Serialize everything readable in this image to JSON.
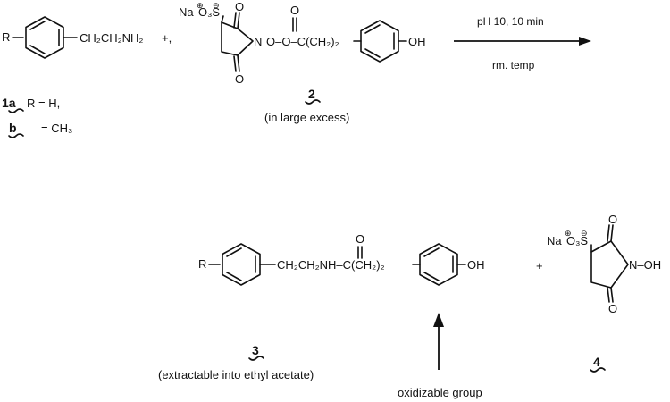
{
  "reaction": {
    "reactant_1": {
      "substituent_label": "R",
      "chain_label": "CH₂CH₂NH₂",
      "variant_a_id": "1a",
      "variant_a_def": "R = H,",
      "variant_b_id": "b",
      "variant_b_def": "= CH₃"
    },
    "plus_1": "+,",
    "reactant_2": {
      "counterion": "Na",
      "charge_plus": "⊕",
      "charge_minus": "⊖",
      "sulfonate": "O₃S",
      "atom_N": "N",
      "atom_O_top": "O",
      "atom_O_bottom": "O",
      "linker": "O–O–C(CH₂)₂",
      "carbonyl_O": "O",
      "phenol": "OH",
      "number": "2",
      "note": "(in large excess)"
    },
    "conditions": {
      "top": "pH 10, 10 min",
      "bottom": "rm. temp"
    },
    "product_3": {
      "substituent_label": "R",
      "chain_label": "CH₂CH₂NH–C(CH₂)₂",
      "carbonyl_O": "O",
      "phenol": "OH",
      "number": "3",
      "note": "(extractable into ethyl acetate)",
      "annotation": "oxidizable group"
    },
    "plus_2": "+",
    "product_4": {
      "counterion": "Na",
      "charge_plus": "⊕",
      "charge_minus": "⊖",
      "sulfonate": "O₃S",
      "atom_N": "N–OH",
      "atom_O_top": "O",
      "atom_O_bottom": "O",
      "number": "4"
    }
  }
}
